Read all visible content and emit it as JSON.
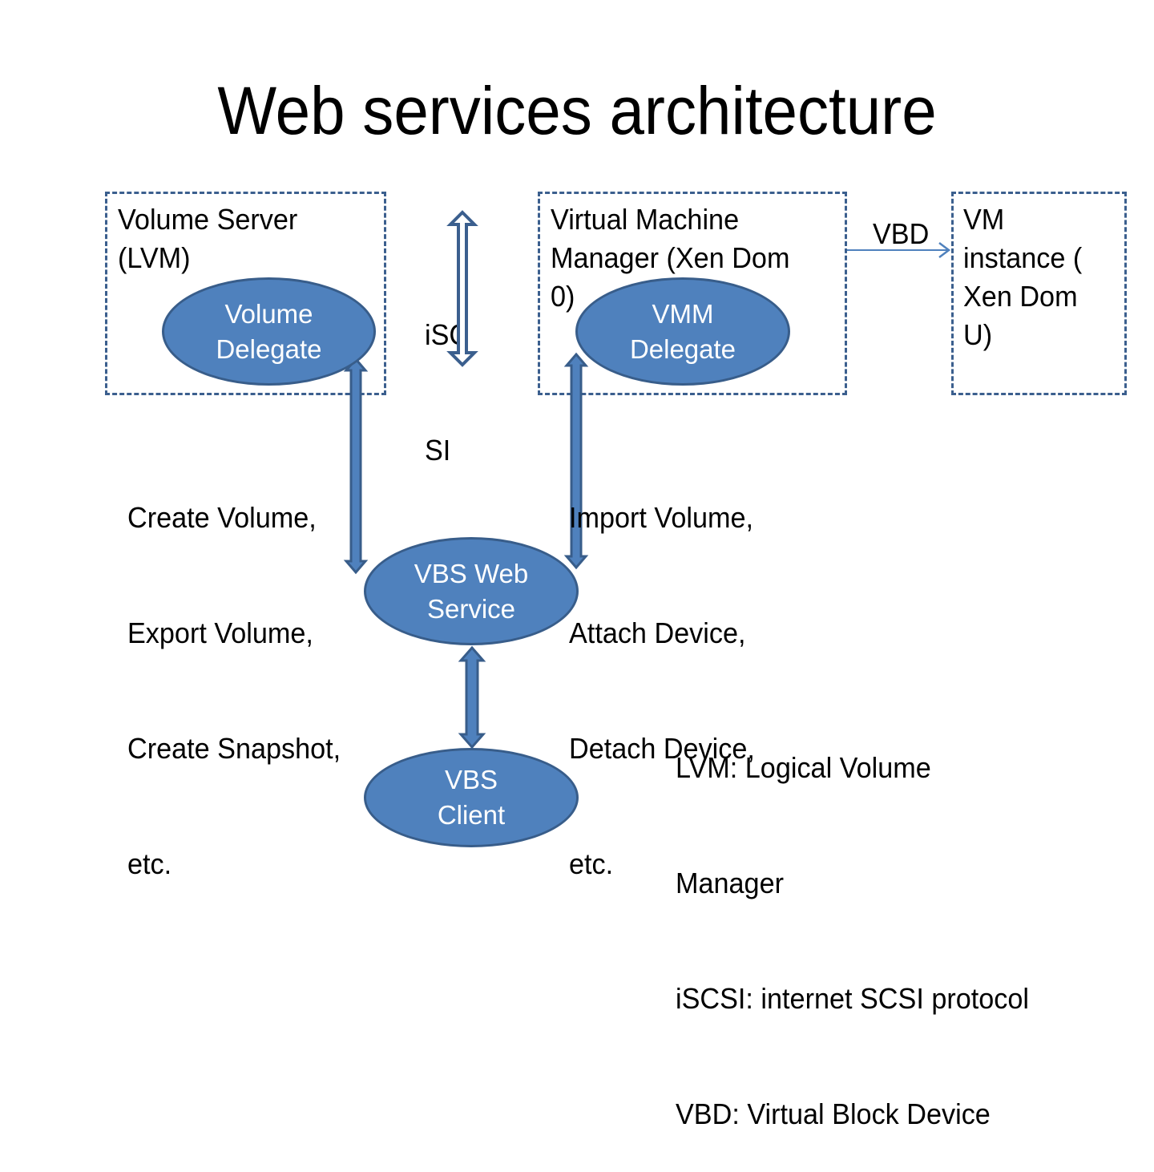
{
  "title": "Web services architecture",
  "colors": {
    "node_fill": "#4f81bd",
    "node_border": "#385d8a",
    "box_border": "#3b5f8e",
    "arrow_fill": "#4f81bd",
    "arrow_border": "#385d8a",
    "text": "#000000",
    "node_text": "#ffffff"
  },
  "boxes": {
    "volume_server": {
      "lines": [
        "Volume Server",
        "(LVM)"
      ]
    },
    "vmm": {
      "lines": [
        "Virtual Machine",
        "Manager (Xen Dom",
        "0)"
      ]
    },
    "vm_instance": {
      "lines": [
        "VM",
        "instance (",
        "Xen Dom",
        "U)"
      ]
    }
  },
  "nodes": {
    "volume_delegate": {
      "lines": [
        "Volume",
        "Delegate"
      ]
    },
    "vmm_delegate": {
      "lines": [
        "VMM",
        "Delegate"
      ]
    },
    "vbs_web_service": {
      "lines": [
        "VBS Web",
        "Service"
      ]
    },
    "vbs_client": {
      "lines": [
        "VBS",
        "Client"
      ]
    }
  },
  "connectors": {
    "iscsi": {
      "label_lines": [
        "iSC",
        "SI"
      ],
      "type": "double-arrow-outline"
    },
    "vbd": {
      "label": "VBD",
      "type": "thin-arrow"
    },
    "volume_ops": {
      "lines": [
        "Create Volume,",
        "Export Volume,",
        "Create Snapshot,",
        "etc."
      ]
    },
    "vmm_ops": {
      "lines": [
        "Import Volume,",
        "Attach Device,",
        "Detach Device,",
        "etc."
      ]
    }
  },
  "legend": {
    "lines": [
      "LVM: Logical Volume",
      "Manager",
      "iSCSI: internet SCSI protocol",
      "VBD: Virtual Block Device"
    ]
  }
}
